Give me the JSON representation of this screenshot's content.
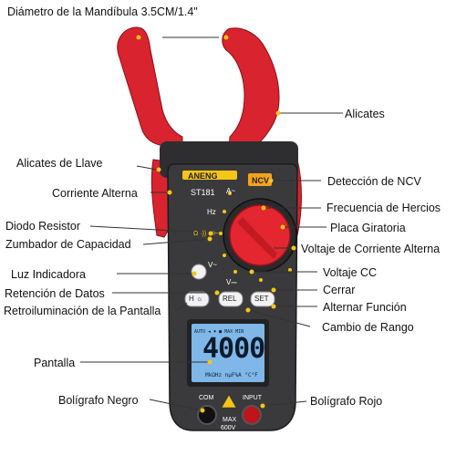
{
  "title": "Diámetro de la Mandíbula 3.5CM/1.4\"",
  "device": {
    "brand": "ANENG",
    "model": "ST181",
    "ncv_badge": "NCV",
    "display_value": "4000",
    "display_top_row": "AUTO ◄ ♦ ■ MAX MIN",
    "display_bottom_row": "MkΩHz nµF%A °C°F",
    "dial_marks": {
      "a_ac": "A~",
      "hz": "Hz",
      "ohm": "Ω ·)) ⊣⊢",
      "v_ac": "V~",
      "v_dc": "V⎓"
    },
    "buttons": {
      "light": "H ☼",
      "rel": "REL",
      "set": "SET"
    },
    "jacks": {
      "com": "COM",
      "input": "INPUT",
      "max": "MAX",
      "max_volt": "600V"
    }
  },
  "labels": {
    "alicates": "Alicates",
    "alicates_llave": "Alicates de Llave",
    "corriente_alterna": "Corriente Alterna",
    "diodo_resistor": "Diodo Resistor",
    "zumbador": "Zumbador de Capacidad",
    "luz": "Luz Indicadora",
    "retencion": "Retención de Datos",
    "retroiluminacion": "Retroiluminación de la Pantalla",
    "pantalla": "Pantalla",
    "boligrafo_negro": "Bolígrafo Negro",
    "deteccion_ncv": "Detección de NCV",
    "frecuencia": "Frecuencia de Hercios",
    "placa": "Placa Giratoria",
    "voltaje_ca": "Voltaje de Corriente Alterna",
    "voltaje_cc": "Voltaje CC",
    "cerrar": "Cerrar",
    "alternar": "Alternar Función",
    "cambio_rango": "Cambio de Rango",
    "boligrafo_rojo": "Bolígrafo Rojo"
  },
  "colors": {
    "jaw": "#d9232e",
    "body": "#3a3a3c",
    "accent": "#f5c518",
    "lcd": "#7fb7e8"
  }
}
